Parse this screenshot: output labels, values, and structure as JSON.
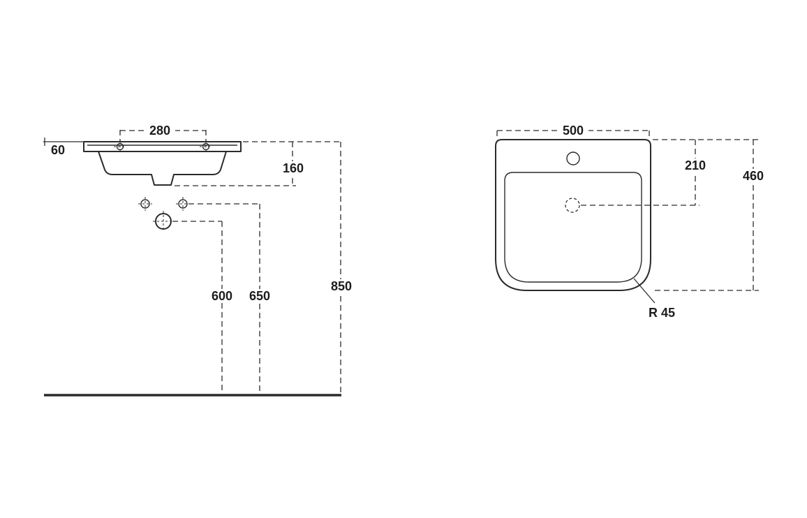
{
  "side_view": {
    "hole_spacing": "280",
    "rim_offset": "60",
    "basin_depth": "160",
    "drain_height": "600",
    "fixing_height": "650",
    "rim_height": "850"
  },
  "front_view": {
    "width": "500",
    "tap_to_overflow": "210",
    "height": "460",
    "corner_radius": "R 45"
  },
  "colors": {
    "line": "#2b2b2b",
    "text": "#1c1c1c",
    "background": "#ffffff"
  }
}
